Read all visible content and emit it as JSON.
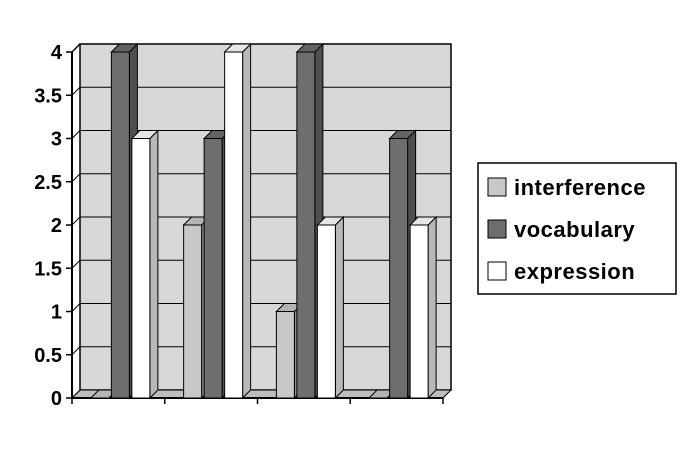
{
  "chart_data": {
    "type": "bar",
    "title": "",
    "xlabel": "",
    "ylabel": "",
    "categories": [
      "",
      "",
      "",
      ""
    ],
    "ylim": [
      0,
      4
    ],
    "yticks": [
      {
        "value": 0,
        "label": "0"
      },
      {
        "value": 0.5,
        "label": "0.5"
      },
      {
        "value": 1,
        "label": "1"
      },
      {
        "value": 1.5,
        "label": "1.5"
      },
      {
        "value": 2,
        "label": "2"
      },
      {
        "value": 2.5,
        "label": "2.5"
      },
      {
        "value": 3,
        "label": "3"
      },
      {
        "value": 3.5,
        "label": "3.5"
      },
      {
        "value": 4,
        "label": "4"
      }
    ],
    "grid": true,
    "three_d": true,
    "legend_position": "right",
    "series": [
      {
        "name": "interference",
        "color": "#c8c8c8",
        "values": [
          0,
          2,
          1,
          0
        ]
      },
      {
        "name": "vocabulary",
        "color": "#6e6e6e",
        "values": [
          4,
          3,
          4,
          3
        ]
      },
      {
        "name": "expression",
        "color": "#ffffff",
        "values": [
          3,
          4,
          2,
          2
        ]
      }
    ],
    "plot_background": "#d8d8d8"
  }
}
